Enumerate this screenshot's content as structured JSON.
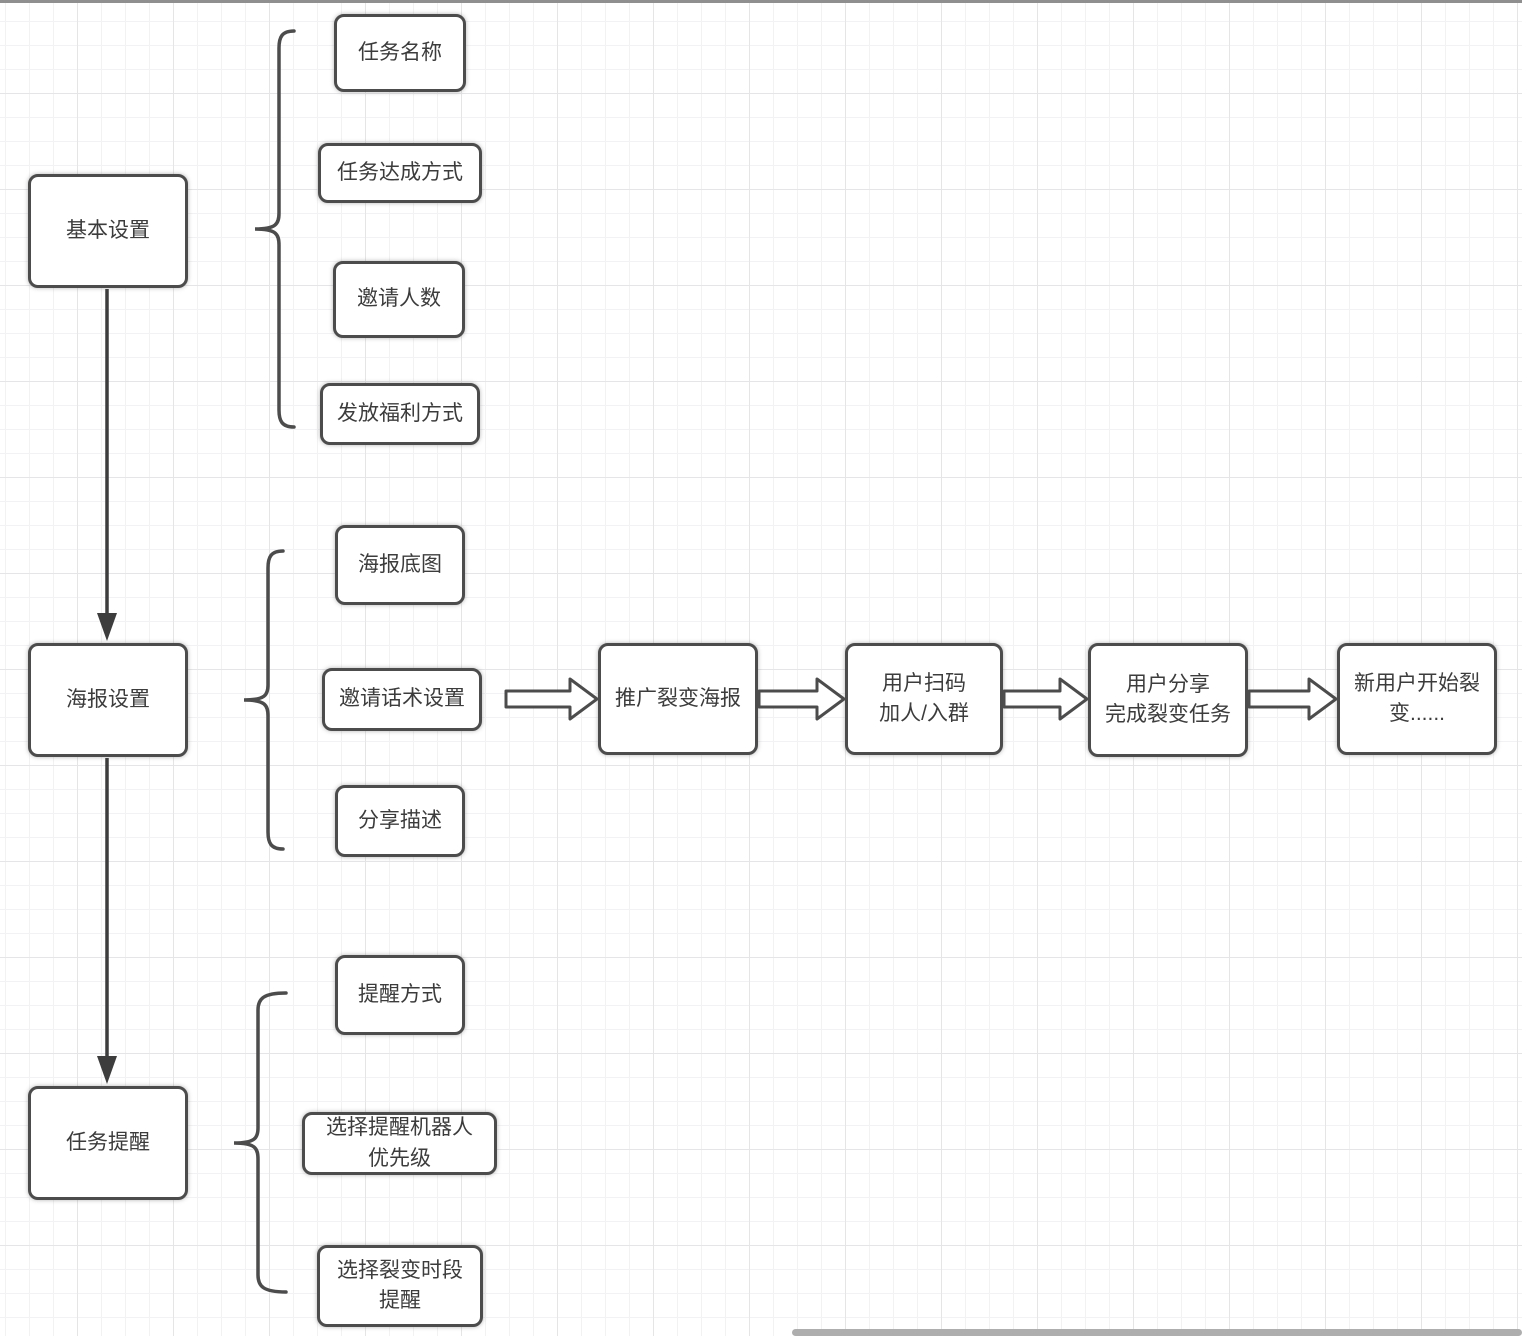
{
  "diagram": {
    "stages": [
      {
        "label": "基本设置",
        "children": [
          {
            "label": "任务名称"
          },
          {
            "label": "任务达成方式"
          },
          {
            "label": "邀请人数"
          },
          {
            "label": "发放福利方式"
          }
        ]
      },
      {
        "label": "海报设置",
        "children": [
          {
            "label": "海报底图"
          },
          {
            "label": "邀请话术设置"
          },
          {
            "label": "分享描述"
          }
        ]
      },
      {
        "label": "任务提醒",
        "children": [
          {
            "label": "提醒方式"
          },
          {
            "label": "选择提醒机器人\n优先级"
          },
          {
            "label": "选择裂变时段\n提醒"
          }
        ]
      }
    ],
    "flow_nodes": [
      {
        "label": "推广裂变海报"
      },
      {
        "label": "用户扫码\n加人/入群"
      },
      {
        "label": "用户分享\n完成裂变任务"
      },
      {
        "label": "新用户开始裂\n变......"
      }
    ]
  },
  "colors": {
    "node_border": "#4c4c4c",
    "node_fill": "#ffffff",
    "text": "#3c3c3c",
    "connector": "#3d3d3d",
    "grid_minor": "#f2f2f4",
    "grid_major": "#e5e5e8",
    "top_edge_bar": "#8f8f8f",
    "scrollbar": "#aeaeae"
  }
}
